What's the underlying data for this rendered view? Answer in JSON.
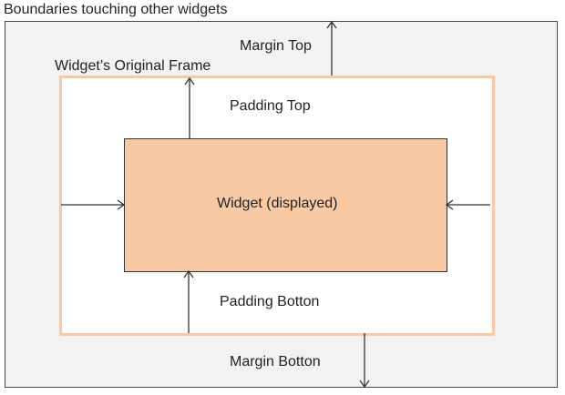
{
  "labels": {
    "boundaries": "Boundaries touching other widgets",
    "original_frame": "Widget’s Original Frame",
    "margin_top": "Margin Top",
    "padding_top": "Padding Top",
    "widget": "Widget (displayed)",
    "padding_bottom": "Padding Botton",
    "margin_bottom": "Margin Botton"
  },
  "colors": {
    "boundary_fill": "#f2f2f2",
    "frame_border": "#f9c7a1",
    "widget_fill": "#f9c9a3",
    "line": "#333333"
  }
}
